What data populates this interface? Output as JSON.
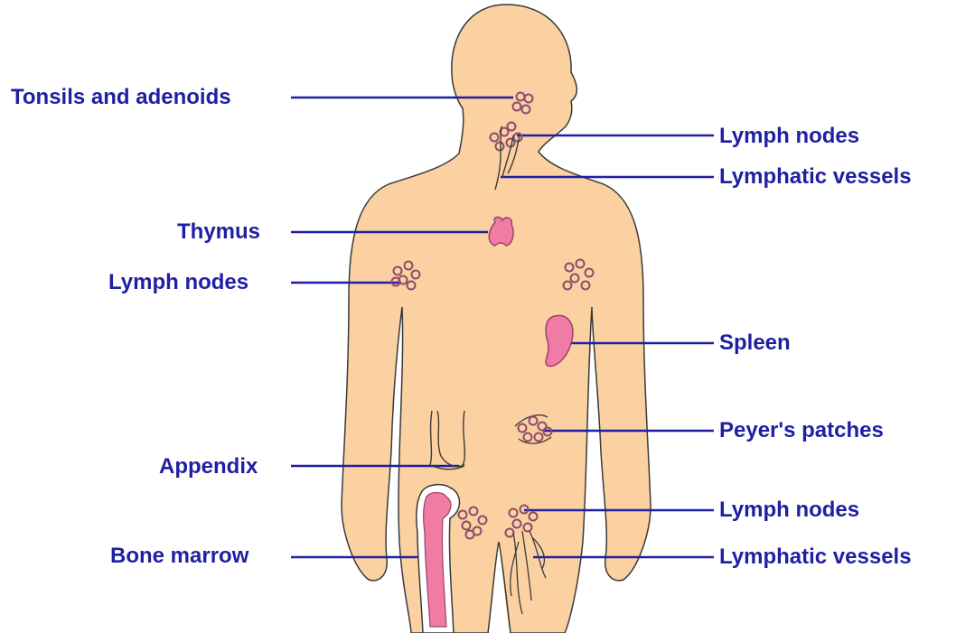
{
  "colors": {
    "skin": "#fbd1a2",
    "skin_outline": "#3a3a3a",
    "organ": "#f07ba5",
    "organ_outline": "#9e3f6a",
    "node_outline": "#8f4a6c",
    "leader_line": "#1f1fa3",
    "label_text": "#1f1fa3"
  },
  "labels": {
    "tonsils": "Tonsils and adenoids",
    "thymus": "Thymus",
    "lymph_nodes_left": "Lymph nodes",
    "appendix": "Appendix",
    "bone_marrow": "Bone marrow",
    "lymph_nodes_neck": "Lymph nodes",
    "lymphatic_vessels_neck": "Lymphatic vessels",
    "spleen": "Spleen",
    "peyers_patches": "Peyer's patches",
    "lymph_nodes_groin": "Lymph nodes",
    "lymphatic_vessels_groin": "Lymphatic vessels"
  }
}
